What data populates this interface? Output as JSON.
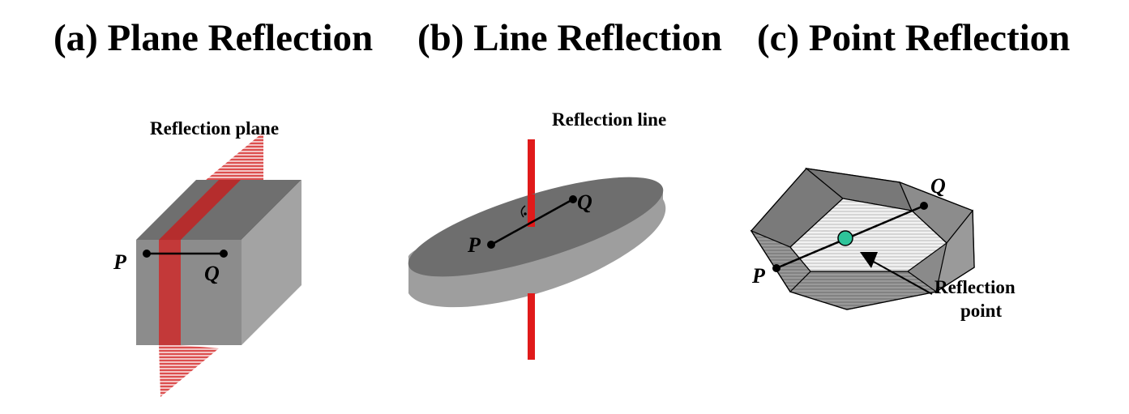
{
  "panels": [
    {
      "title": "(a) Plane Reflection",
      "annotation": "Reflection plane",
      "point_p": "P",
      "point_q": "Q"
    },
    {
      "title": "(b) Line Reflection",
      "annotation": "Reflection line",
      "point_p": "P",
      "point_q": "Q"
    },
    {
      "title": "(c) Point Reflection",
      "annotation_line1": "Reflection",
      "annotation_line2": "point",
      "point_p": "P",
      "point_q": "Q"
    }
  ],
  "colors": {
    "reflection_red": "#e01a1a",
    "solid_front": "#8c8c8c",
    "solid_side": "#9e9e9e",
    "solid_top": "#6f6f6f",
    "hatch_face": "#ececec",
    "reflection_point": "#2ec49a"
  }
}
